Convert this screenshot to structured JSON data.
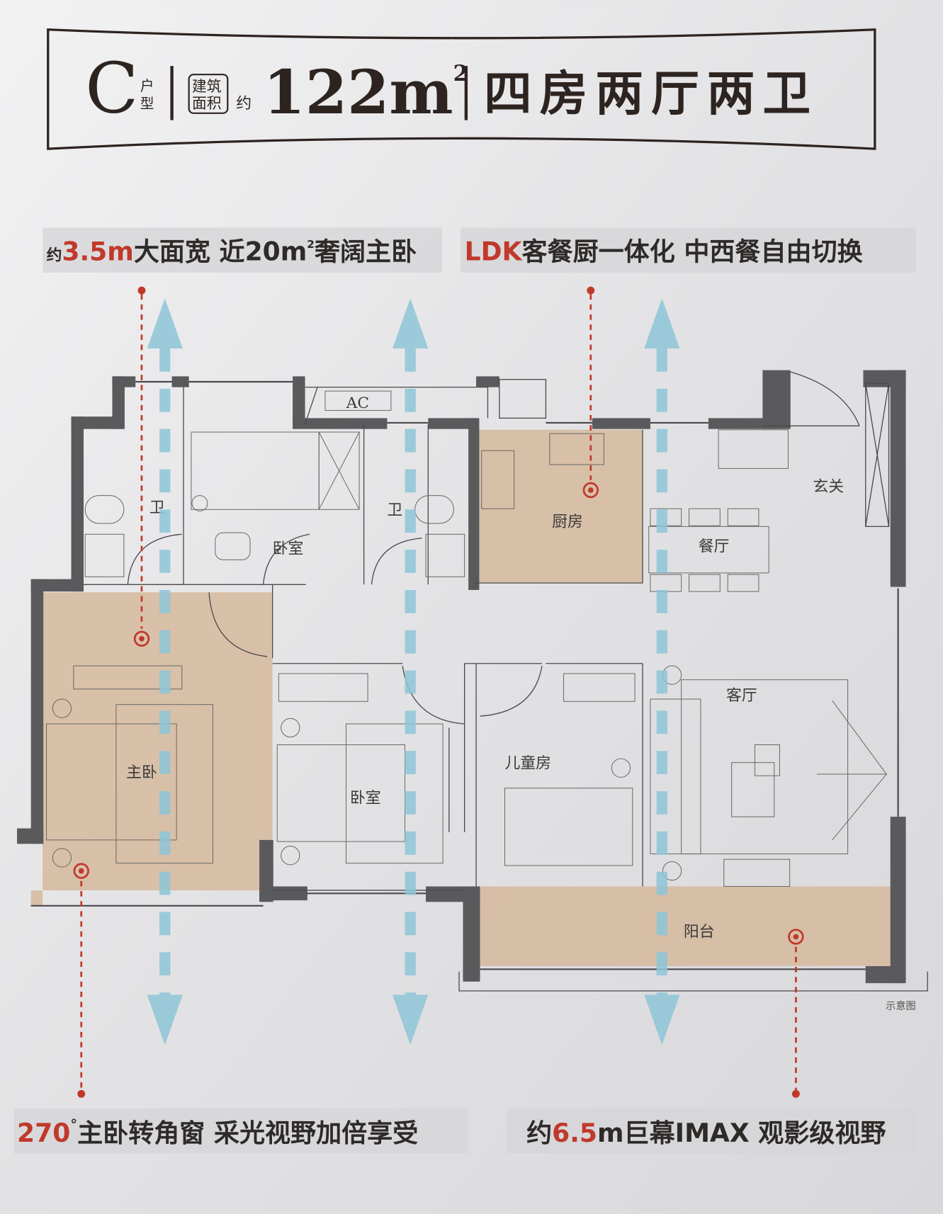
{
  "header": {
    "unit_letter": "C",
    "unit_type_label": [
      "户",
      "型"
    ],
    "area_badge": [
      "建筑",
      "面积"
    ],
    "approx": "约",
    "area_value": "122m",
    "area_sup": "2",
    "layout": "四房两厅两卫"
  },
  "callouts": {
    "top_left": {
      "prefix": "约",
      "highlight": "3.5m",
      "text": "大面宽 近20m",
      "sup": "2",
      "suffix": "奢阔主卧"
    },
    "top_right": {
      "highlight": "LDK",
      "text": "客餐厨一体化 中西餐自由切换"
    },
    "bottom_left": {
      "highlight": "270",
      "sup": "°",
      "text": "主卧转角窗 采光视野加倍享受"
    },
    "bottom_right": {
      "prefix": "约",
      "highlight": "6.5",
      "text": "m巨幕IMAX 观影级视野"
    }
  },
  "rooms": {
    "bath1": "卫",
    "bedroom_north": "卧室",
    "bath2": "卫",
    "kitchen": "厨房",
    "dining": "餐厅",
    "entrance": "玄关",
    "living": "客厅",
    "master": "主卧",
    "bedroom_middle": "卧室",
    "kids_room": "儿童房",
    "balcony": "阳台",
    "ac": "AC"
  },
  "note": "示意图",
  "colors": {
    "accent_red": "#c0392b",
    "highlight_area": "#d6b89c",
    "ventilation_blue": "#8ec6d8",
    "wall": "#5a5a5c"
  }
}
